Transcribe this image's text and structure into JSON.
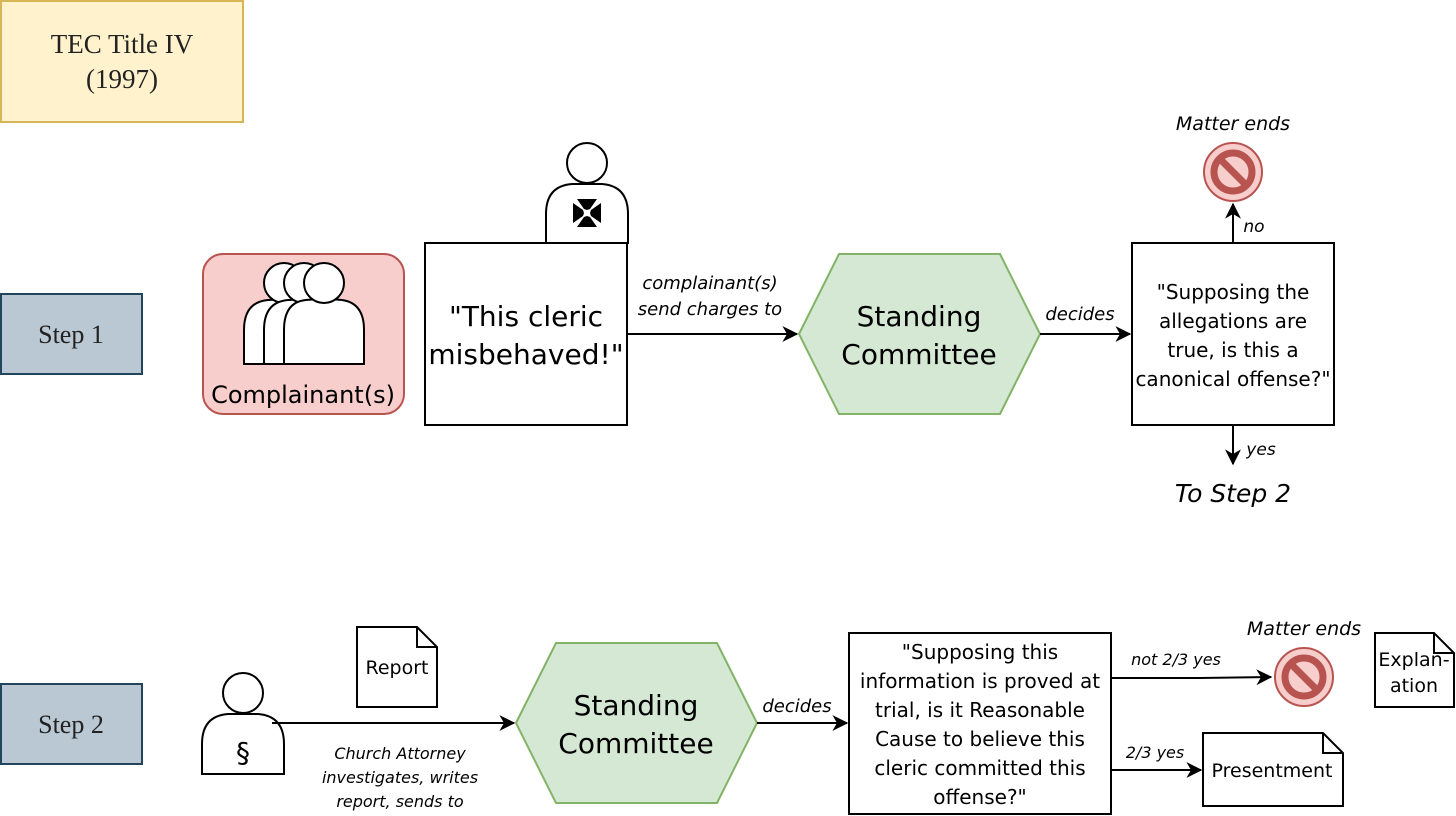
{
  "title": {
    "line1": "TEC Title IV",
    "line2": "(1997)",
    "fill": "#fff2cc",
    "stroke": "#d6b656"
  },
  "step_colors": {
    "fill": "#bac8d3",
    "stroke": "#23445d"
  },
  "committee_colors": {
    "fill": "#d5e8d4",
    "stroke": "#82b366"
  },
  "complainant_colors": {
    "fill": "#f8cecc",
    "stroke": "#b85450"
  },
  "step1": {
    "label": "Step 1",
    "complainants_label": "Complainant(s)",
    "charge_line1": "\"This cleric",
    "charge_line2": "misbehaved!\"",
    "edge_label_line1": "complainant(s)",
    "edge_label_line2": "send charges to",
    "committee_line1": "Standing",
    "committee_line2": "Committee",
    "decides_label": "decides",
    "question_lines": [
      "\"Supposing the",
      "allegations are",
      "true, is this a",
      "canonical offense?\""
    ],
    "no_label": "no",
    "matter_ends": "Matter ends",
    "yes_label": "yes",
    "to_step": "To Step 2",
    "icons": {
      "cleric": "cleric-with-cross-icon",
      "people": "group-of-people-icon",
      "stop": "prohibited-icon"
    }
  },
  "step2": {
    "label": "Step 2",
    "attorney_symbol": "§",
    "report_label": "Report",
    "attorney_caption_lines": [
      "Church Attorney",
      "investigates, writes",
      "report, sends to"
    ],
    "committee_line1": "Standing",
    "committee_line2": "Committee",
    "decides_label": "decides",
    "question_lines": [
      "\"Supposing this",
      "information is proved at",
      "trial, is it Reasonable",
      "Cause to believe this",
      "cleric committed this",
      "offense?\""
    ],
    "not_label": "not 2/3 yes",
    "matter_ends": "Matter ends",
    "yes_label": "2/3 yes",
    "presentment_label": "Presentment",
    "explanation_line1": "Explan-",
    "explanation_line2": "ation",
    "icons": {
      "attorney": "church-attorney-icon",
      "stop": "prohibited-icon",
      "document": "document-icon"
    }
  }
}
